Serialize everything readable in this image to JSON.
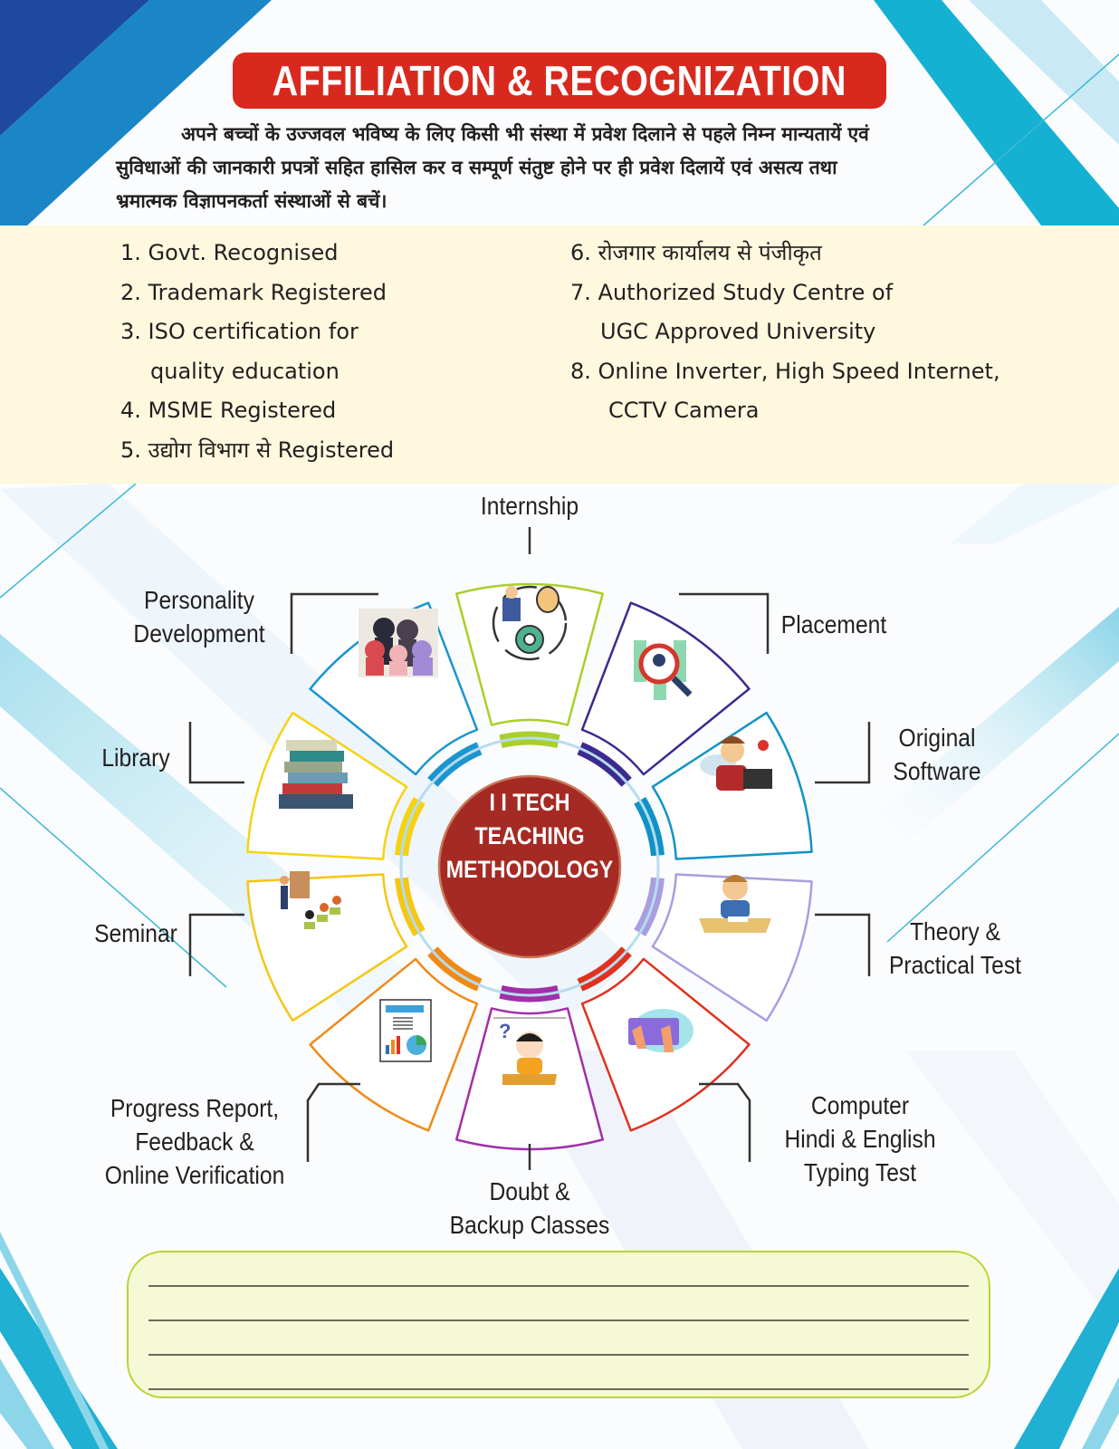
{
  "header": {
    "title": "AFFILIATION & RECOGNIZATION",
    "intro_line1": "अपने बच्चों के उज्जवल भविष्य के लिए किसी भी संस्था में प्रवेश दिलाने से पहले निम्न मान्यतायें एवं",
    "intro_line2": "सुविधाओं की जानकारी प्रपत्रों सहित हासिल कर व सम्पूर्ण संतुष्ट होने पर ही प्रवेश दिलायें एवं असत्य तथा",
    "intro_line3": "भ्रमात्मक विज्ञापनकर्ता संस्थाओं से बचें।"
  },
  "recognitions": {
    "left": [
      {
        "text": "1. Govt. Recognised"
      },
      {
        "text": "2. Trademark Registered"
      },
      {
        "text": "3. ISO certification for"
      },
      {
        "text": "quality education"
      },
      {
        "text": "4. MSME Registered"
      },
      {
        "text": "5. उद्योग विभाग से Registered"
      }
    ],
    "right": [
      {
        "text": "6. रोजगार कार्यालय से पंजीकृत"
      },
      {
        "text": "7. Authorized Study Centre of"
      },
      {
        "text": "UGC Approved University"
      },
      {
        "text": "8. Online Inverter, High Speed Internet,"
      },
      {
        "text": "CCTV Camera"
      }
    ]
  },
  "methodology": {
    "center_line1": "I I TECH",
    "center_line2": "TEACHING",
    "center_line3": "METHODOLOGY",
    "center_color": "#a52a24",
    "segments": [
      {
        "name": "internship",
        "label_lines": [
          "Internship"
        ],
        "color": "#a9cf2a",
        "icon": "idea-gear-icon"
      },
      {
        "name": "placement",
        "label_lines": [
          "Placement"
        ],
        "color": "#3b2a8f",
        "icon": "magnifier-people-icon"
      },
      {
        "name": "original-software",
        "label_lines": [
          "Original",
          "Software"
        ],
        "color": "#1192c7",
        "icon": "laptop-user-icon"
      },
      {
        "name": "theory-practical-test",
        "label_lines": [
          "Theory &",
          "Practical Test"
        ],
        "color": "#a89ee0",
        "icon": "student-writing-icon"
      },
      {
        "name": "typing-test",
        "label_lines": [
          "Computer",
          "Hindi & English",
          "Typing Test"
        ],
        "color": "#e0321e",
        "icon": "keyboard-icon"
      },
      {
        "name": "doubt-backup-classes",
        "label_lines": [
          "Doubt &",
          "Backup Classes"
        ],
        "color": "#a12fa8",
        "icon": "confused-student-icon"
      },
      {
        "name": "progress-report",
        "label_lines": [
          "Progress Report,",
          "Feedback &",
          "Online Verification"
        ],
        "color": "#f08a17",
        "icon": "report-chart-icon"
      },
      {
        "name": "seminar",
        "label_lines": [
          "Seminar"
        ],
        "color": "#f5c613",
        "icon": "presentation-icon"
      },
      {
        "name": "library",
        "label_lines": [
          "Library"
        ],
        "color": "#f5d313",
        "icon": "books-icon"
      },
      {
        "name": "personality-development",
        "label_lines": [
          "Personality",
          "Development"
        ],
        "color": "#1b95cf",
        "icon": "heads-icon"
      }
    ]
  },
  "notes_box": {
    "line_count": 4
  },
  "colors": {
    "title_red": "#d9291f",
    "cream_band": "#fdf8de",
    "notes_fill": "#f6f9d6",
    "notes_border": "#b9d534",
    "deco_blue_dark": "#1e4aa0",
    "deco_cyan": "#19b3d3"
  }
}
